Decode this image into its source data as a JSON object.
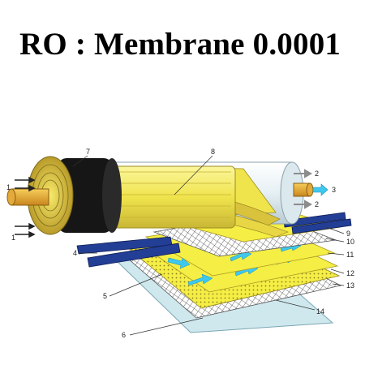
{
  "title": "RO : Membrane 0.0001",
  "colors": {
    "membrane_yellow": "#f4ee45",
    "spacer_yellow": "#e9d84a",
    "core_orange": "#e0a52a",
    "wrap_black": "#161616",
    "tube_blue": "#233e95",
    "housing_white": "#eef5f8",
    "flow_cyan": "#3ec8ee",
    "base_sheet": "#cfe8ee"
  },
  "callouts": {
    "c1a": "1",
    "c1b": "1",
    "c2a": "2",
    "c2b": "2",
    "c3": "3",
    "c4": "4",
    "c5": "5",
    "c6": "6",
    "c7": "7",
    "c8": "8",
    "c9": "9",
    "c10": "10",
    "c11": "11",
    "c12": "12",
    "c13": "13",
    "c14": "14"
  },
  "icons": [
    "feed-arrow-icon",
    "outlet-arrow-icon",
    "permeate-arrow-icon",
    "flow-arrow-icon"
  ]
}
